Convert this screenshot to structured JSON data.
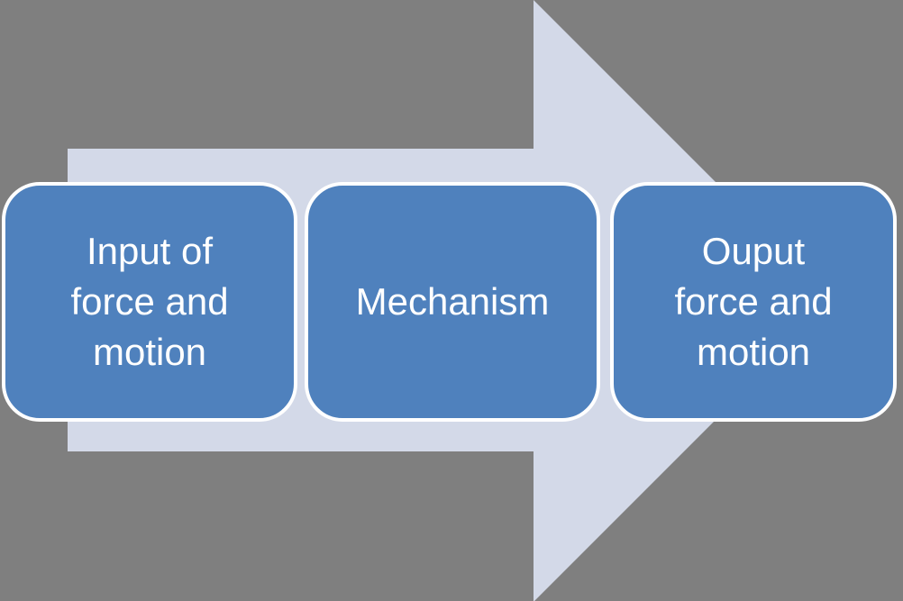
{
  "diagram": {
    "type": "process-flow-arrow",
    "direction": "left-to-right",
    "steps": [
      {
        "label": "Input of force and motion"
      },
      {
        "label": "Mechanism"
      },
      {
        "label": "Ouput force and motion"
      }
    ]
  },
  "colors": {
    "background": "#7f7f7f",
    "arrow": "#d3d9e8",
    "box": "#4f81bd",
    "box_border": "#ffffff",
    "text": "#ffffff"
  }
}
